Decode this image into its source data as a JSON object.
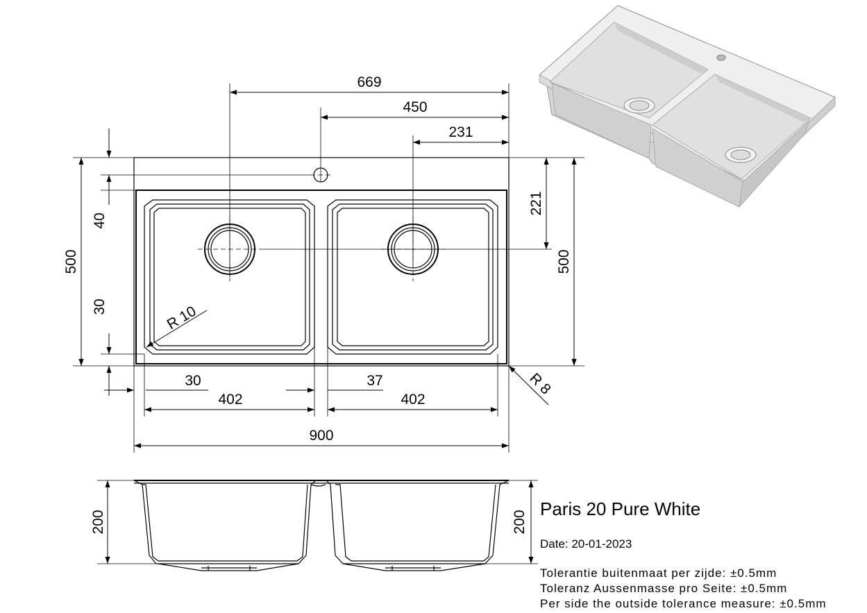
{
  "product": {
    "name": "Paris 20 Pure White",
    "date": "Date: 20-01-2023"
  },
  "tolerance": [
    "Tolerantie buitenmaat per zijde: ±0.5mm",
    "Toleranz Aussenmasse pro Seite: ±0.5mm",
    "Per side the outside tolerance measure: ±0.5mm"
  ],
  "dimensions": {
    "top_669": "669",
    "top_450": "450",
    "top_231": "231",
    "left_40": "40",
    "left_500": "500",
    "left_30": "30",
    "right_221": "221",
    "right_500": "500",
    "radius_10": "R 10",
    "radius_8": "R 8",
    "bottom_30": "30",
    "bottom_37": "37",
    "bottom_402_left": "402",
    "bottom_402_right": "402",
    "bottom_900": "900",
    "side_200_left": "200",
    "side_200_right": "200"
  },
  "colors": {
    "line": "#000000",
    "sink_body": "#e6e6e6",
    "sink_shadow": "#c8c8c8"
  }
}
